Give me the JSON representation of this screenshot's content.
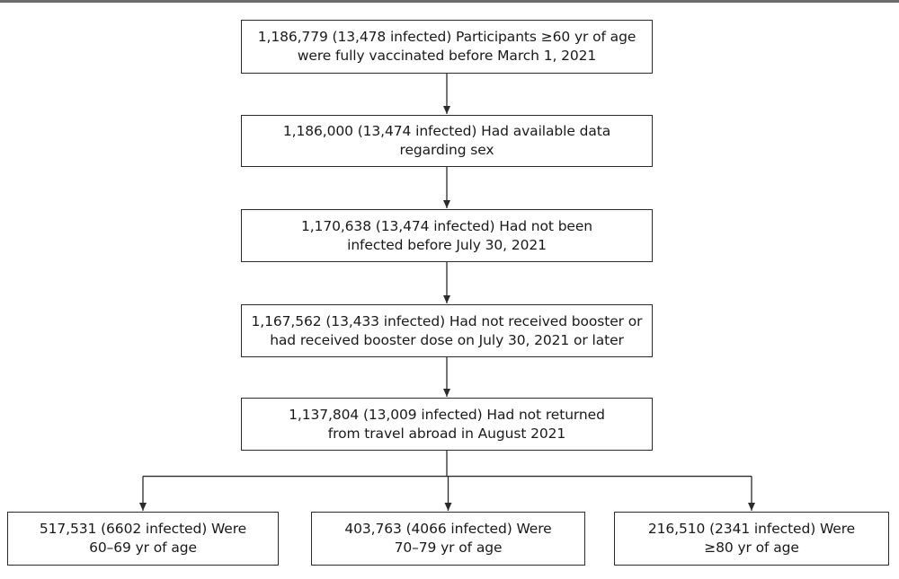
{
  "diagram": {
    "boxes": [
      {
        "id": "participants-60-plus",
        "lines": [
          "1,186,779 (13,478 infected) Participants ≥60 yr of age",
          "were fully vaccinated before March 1, 2021"
        ]
      },
      {
        "id": "data-regarding-sex",
        "lines": [
          "1,186,000 (13,474 infected) Had available data",
          "regarding sex"
        ]
      },
      {
        "id": "not-infected-before",
        "lines": [
          "1,170,638 (13,474 infected) Had not been",
          "infected before July 30, 2021"
        ]
      },
      {
        "id": "booster-status",
        "lines": [
          "1,167,562 (13,433 infected) Had not received booster or",
          "had received booster dose on  July 30, 2021 or later"
        ]
      },
      {
        "id": "no-travel-abroad",
        "lines": [
          "1,137,804 (13,009 infected) Had not returned",
          "from travel abroad in August 2021"
        ]
      },
      {
        "id": "age-60-69",
        "lines": [
          "517,531 (6602 infected) Were",
          "60–69 yr of age"
        ]
      },
      {
        "id": "age-70-79",
        "lines": [
          "403,763 (4066 infected) Were",
          "70–79 yr of age"
        ]
      },
      {
        "id": "age-80-plus",
        "lines": [
          "216,510 (2341 infected) Were",
          "≥80 yr of age"
        ]
      }
    ],
    "edges": [
      {
        "from": "participants-60-plus",
        "to": "data-regarding-sex"
      },
      {
        "from": "data-regarding-sex",
        "to": "not-infected-before"
      },
      {
        "from": "not-infected-before",
        "to": "booster-status"
      },
      {
        "from": "booster-status",
        "to": "no-travel-abroad"
      },
      {
        "from": "no-travel-abroad",
        "to": "age-60-69"
      },
      {
        "from": "no-travel-abroad",
        "to": "age-70-79"
      },
      {
        "from": "no-travel-abroad",
        "to": "age-80-plus"
      }
    ],
    "line_color": "#2b2b2b"
  }
}
